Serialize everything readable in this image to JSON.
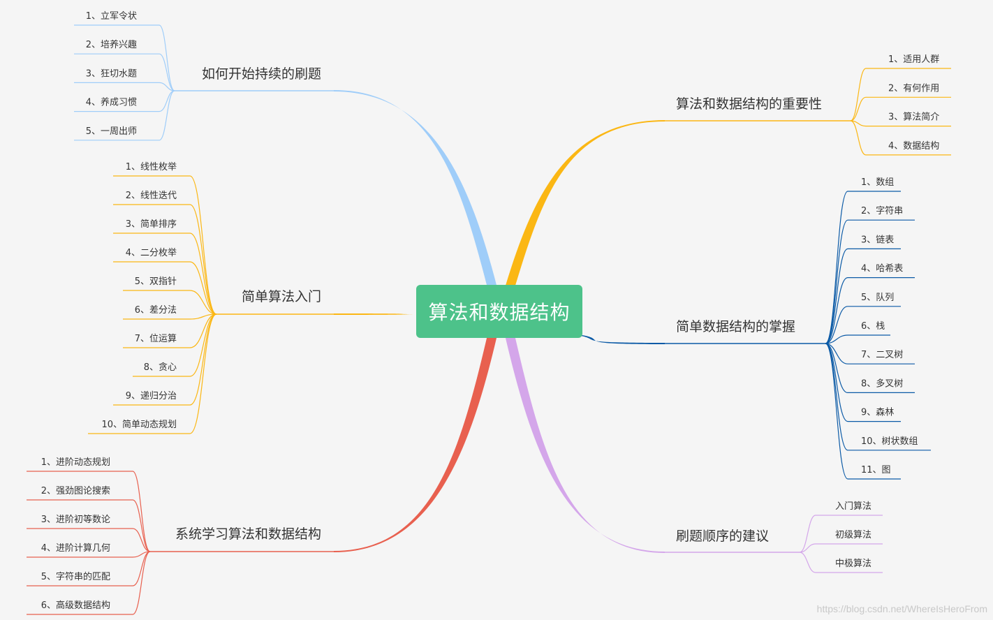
{
  "root": {
    "label": "算法和数据结构",
    "color": "#4dc28a"
  },
  "branches": [
    {
      "key": "importance",
      "label": "算法和数据结构的重要性",
      "color": "#fbb714",
      "children": [
        "1、适用人群",
        "2、有何作用",
        "3、算法简介",
        "4、数据结构"
      ]
    },
    {
      "key": "data-structures",
      "label": "简单数据结构的掌握",
      "color": "#0b5aa6",
      "children": [
        "1、数组",
        "2、字符串",
        "3、链表",
        "4、哈希表",
        "5、队列",
        "6、栈",
        "7、二叉树",
        "8、多叉树",
        "9、森林",
        "10、树状数组",
        "11、图"
      ]
    },
    {
      "key": "order",
      "label": "刷题顺序的建议",
      "color": "#d4a6ea",
      "children": [
        "入门算法",
        "初级算法",
        "中极算法"
      ]
    },
    {
      "key": "how-to-start",
      "label": "如何开始持续的刷题",
      "color": "#9fcdf9",
      "children": [
        "1、立军令状",
        "2、培养兴趣",
        "3、狂切水题",
        "4、养成习惯",
        "5、一周出师"
      ]
    },
    {
      "key": "simple-algorithms",
      "label": "简单算法入门",
      "color": "#fbb714",
      "children": [
        "1、线性枚举",
        "2、线性迭代",
        "3、简单排序",
        "4、二分枚举",
        "5、双指针",
        "6、差分法",
        "7、位运算",
        "8、贪心",
        "9、递归分治",
        "10、简单动态规划"
      ]
    },
    {
      "key": "systematic",
      "label": "系统学习算法和数据结构",
      "color": "#e8604f",
      "children": [
        "1、进阶动态规划",
        "2、强劲图论搜索",
        "3、进阶初等数论",
        "4、进阶计算几何",
        "5、字符串的匹配",
        "6、高级数据结构"
      ]
    }
  ],
  "watermark": "https://blog.csdn.net/WhereIsHeroFrom"
}
